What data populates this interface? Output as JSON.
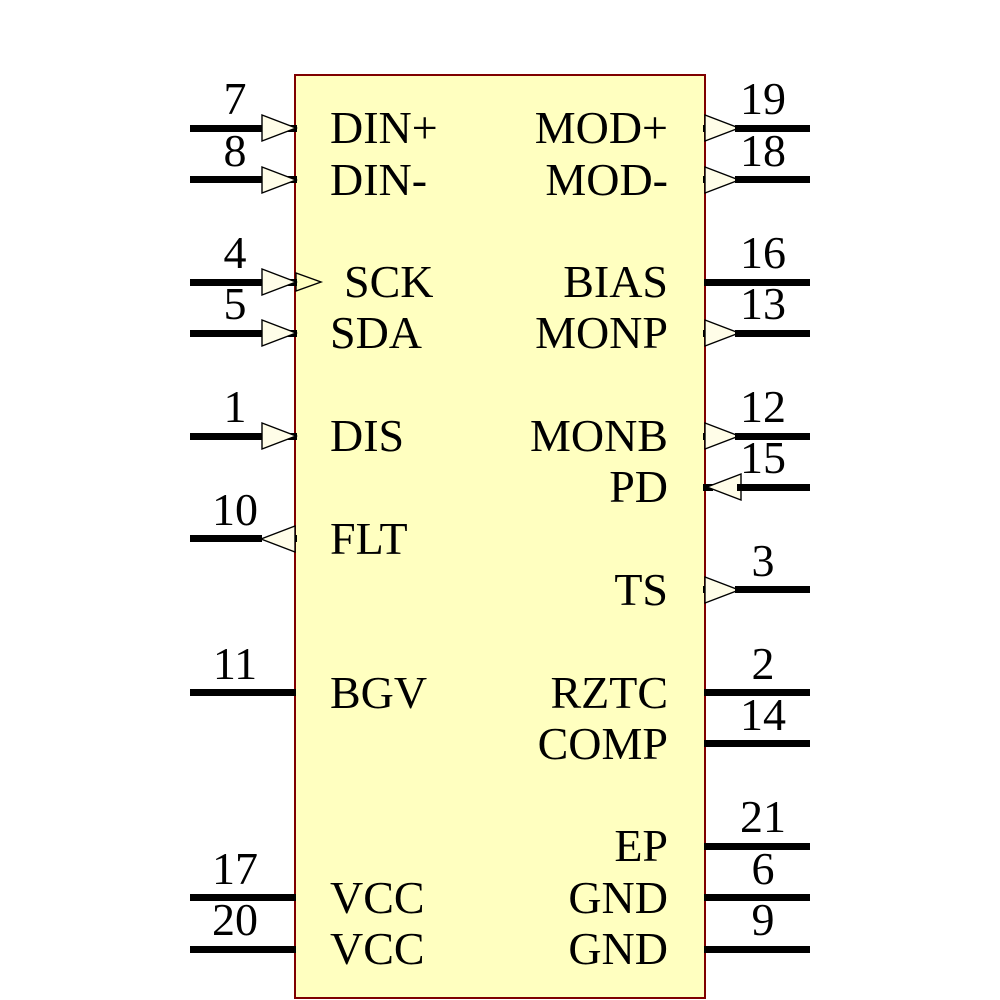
{
  "component": {
    "kind": "ic-schematic-symbol",
    "colors": {
      "body_fill": "#ffffc0",
      "body_border": "#7f0000",
      "arrow_fill": "#fffde8",
      "pin_line": "#000000",
      "text": "#000000",
      "background": "#ffffff"
    },
    "pins": {
      "left": [
        {
          "number": "7",
          "label": "DIN+",
          "dir": "in",
          "row": 0
        },
        {
          "number": "8",
          "label": "DIN-",
          "dir": "in",
          "row": 1
        },
        {
          "number": "4",
          "label": "SCK",
          "dir": "clock",
          "row": 3
        },
        {
          "number": "5",
          "label": "SDA",
          "dir": "in",
          "row": 4
        },
        {
          "number": "1",
          "label": "DIS",
          "dir": "in",
          "row": 6
        },
        {
          "number": "10",
          "label": "FLT",
          "dir": "out",
          "row": 8
        },
        {
          "number": "11",
          "label": "BGV",
          "dir": "none",
          "row": 11
        },
        {
          "number": "17",
          "label": "VCC",
          "dir": "none",
          "row": 15
        },
        {
          "number": "20",
          "label": "VCC",
          "dir": "none",
          "row": 16
        }
      ],
      "right": [
        {
          "number": "19",
          "label": "MOD+",
          "dir": "out",
          "row": 0
        },
        {
          "number": "18",
          "label": "MOD-",
          "dir": "out",
          "row": 1
        },
        {
          "number": "16",
          "label": "BIAS",
          "dir": "none",
          "row": 3
        },
        {
          "number": "13",
          "label": "MONP",
          "dir": "out",
          "row": 4
        },
        {
          "number": "12",
          "label": "MONB",
          "dir": "out",
          "row": 6
        },
        {
          "number": "15",
          "label": "PD",
          "dir": "in",
          "row": 7
        },
        {
          "number": "3",
          "label": "TS",
          "dir": "out",
          "row": 9
        },
        {
          "number": "2",
          "label": "RZTC",
          "dir": "none",
          "row": 11
        },
        {
          "number": "14",
          "label": "COMP",
          "dir": "none",
          "row": 12
        },
        {
          "number": "21",
          "label": "EP",
          "dir": "none",
          "row": 14
        },
        {
          "number": "6",
          "label": "GND",
          "dir": "none",
          "row": 15
        },
        {
          "number": "9",
          "label": "GND",
          "dir": "none",
          "row": 16
        }
      ]
    }
  }
}
